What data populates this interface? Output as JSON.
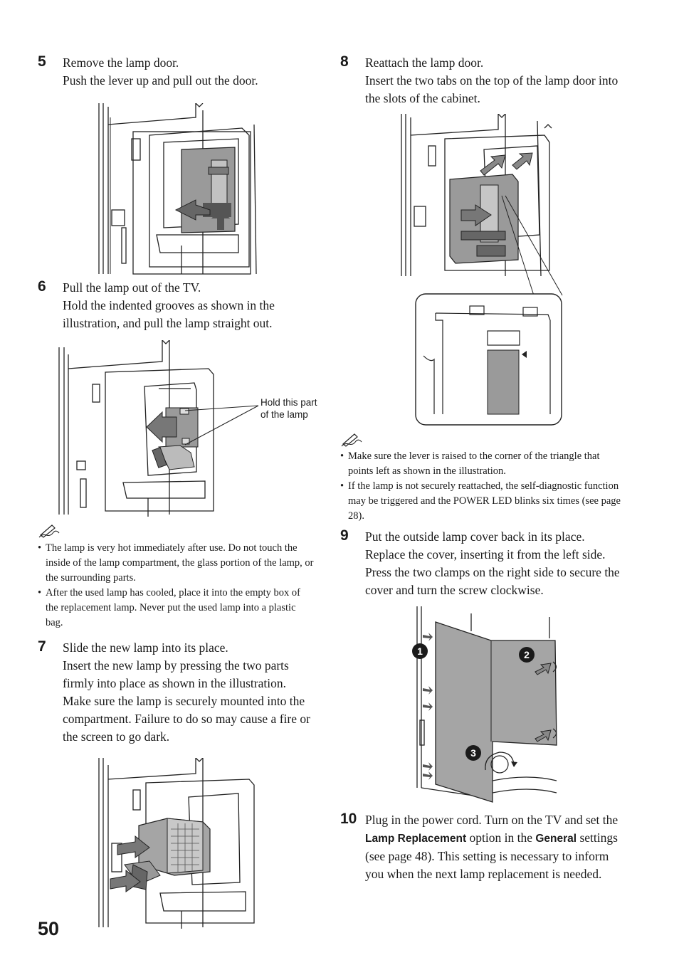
{
  "page_number": "50",
  "steps": {
    "s5": {
      "num": "5",
      "line1": "Remove the lamp door.",
      "line2": "Push the lever up and pull out the door."
    },
    "s6": {
      "num": "6",
      "line1": "Pull the lamp out of the TV.",
      "line2": "Hold the indented grooves as shown in the illustration, and pull the lamp straight out."
    },
    "s7": {
      "num": "7",
      "line1": "Slide the new lamp into its place.",
      "line2": "Insert the new lamp by pressing the two parts firmly into place as shown in the illustration. Make sure the lamp is securely mounted into the compartment. Failure to do so may cause a fire or the screen to go dark."
    },
    "s8": {
      "num": "8",
      "line1": "Reattach the lamp door.",
      "line2": "Insert the two tabs on the top of the lamp door into the slots of the cabinet."
    },
    "s9": {
      "num": "9",
      "text": "Put the outside lamp cover back in its place. Replace the cover, inserting it from the left side. Press the two clamps on the right side to secure the cover and turn the screw clockwise."
    },
    "s10": {
      "num": "10",
      "pre": "Plug in the power cord. Turn on the TV and set the ",
      "bold1": "Lamp Replacement",
      "mid": " option in the ",
      "bold2": "General",
      "post": " settings (see page 48). This setting is necessary to inform you when the next lamp replacement is needed."
    }
  },
  "notes_left": [
    "The lamp is very hot immediately after use. Do not touch the inside of the lamp compartment, the glass portion of the lamp, or the surrounding parts.",
    "After the used lamp has cooled, place it into the empty box of the replacement lamp. Never put the used lamp into a plastic bag."
  ],
  "notes_right": [
    "Make sure the lever is raised to the corner of the triangle that points left as shown in the illustration.",
    "If the lamp is not securely reattached, the self-diagnostic function may be triggered and the POWER LED blinks six times (see page 28)."
  ],
  "callout_hold": "Hold this part of the lamp",
  "badges": [
    "1",
    "2",
    "3"
  ],
  "icons": {
    "note": "pencil-note-icon"
  }
}
